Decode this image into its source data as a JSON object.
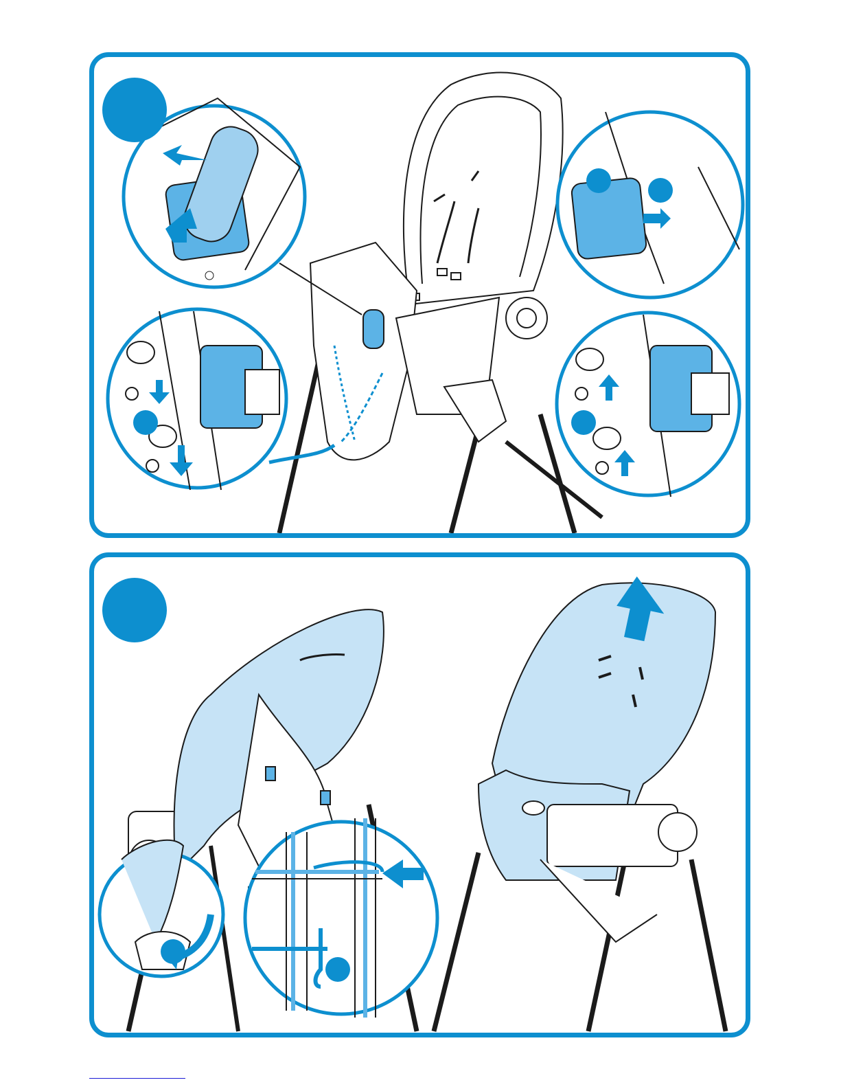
{
  "document": {
    "type": "assembly-instructions-illustration",
    "step_badges": [
      "",
      ""
    ],
    "colors": {
      "accent": "#0d8fcf",
      "fabric": "#c6e3f6",
      "part": "#5cb3e6",
      "outline": "#1b1b1b"
    }
  },
  "panels": [
    {
      "callouts": [
        "tray-release-button",
        "cover-clip",
        "screw-removal-left",
        "screw-insert-right"
      ],
      "icons": [
        "arrow-push-icon",
        "arrow-down-icon",
        "arrow-up-icon",
        "screw-icon",
        "cap-icon"
      ]
    },
    {
      "callouts": [
        "cover-hook-release",
        "strap-threading"
      ],
      "icons": [
        "arrow-lift-icon",
        "arrow-curve-icon",
        "arrow-left-icon",
        "strap-clip-icon"
      ]
    }
  ]
}
